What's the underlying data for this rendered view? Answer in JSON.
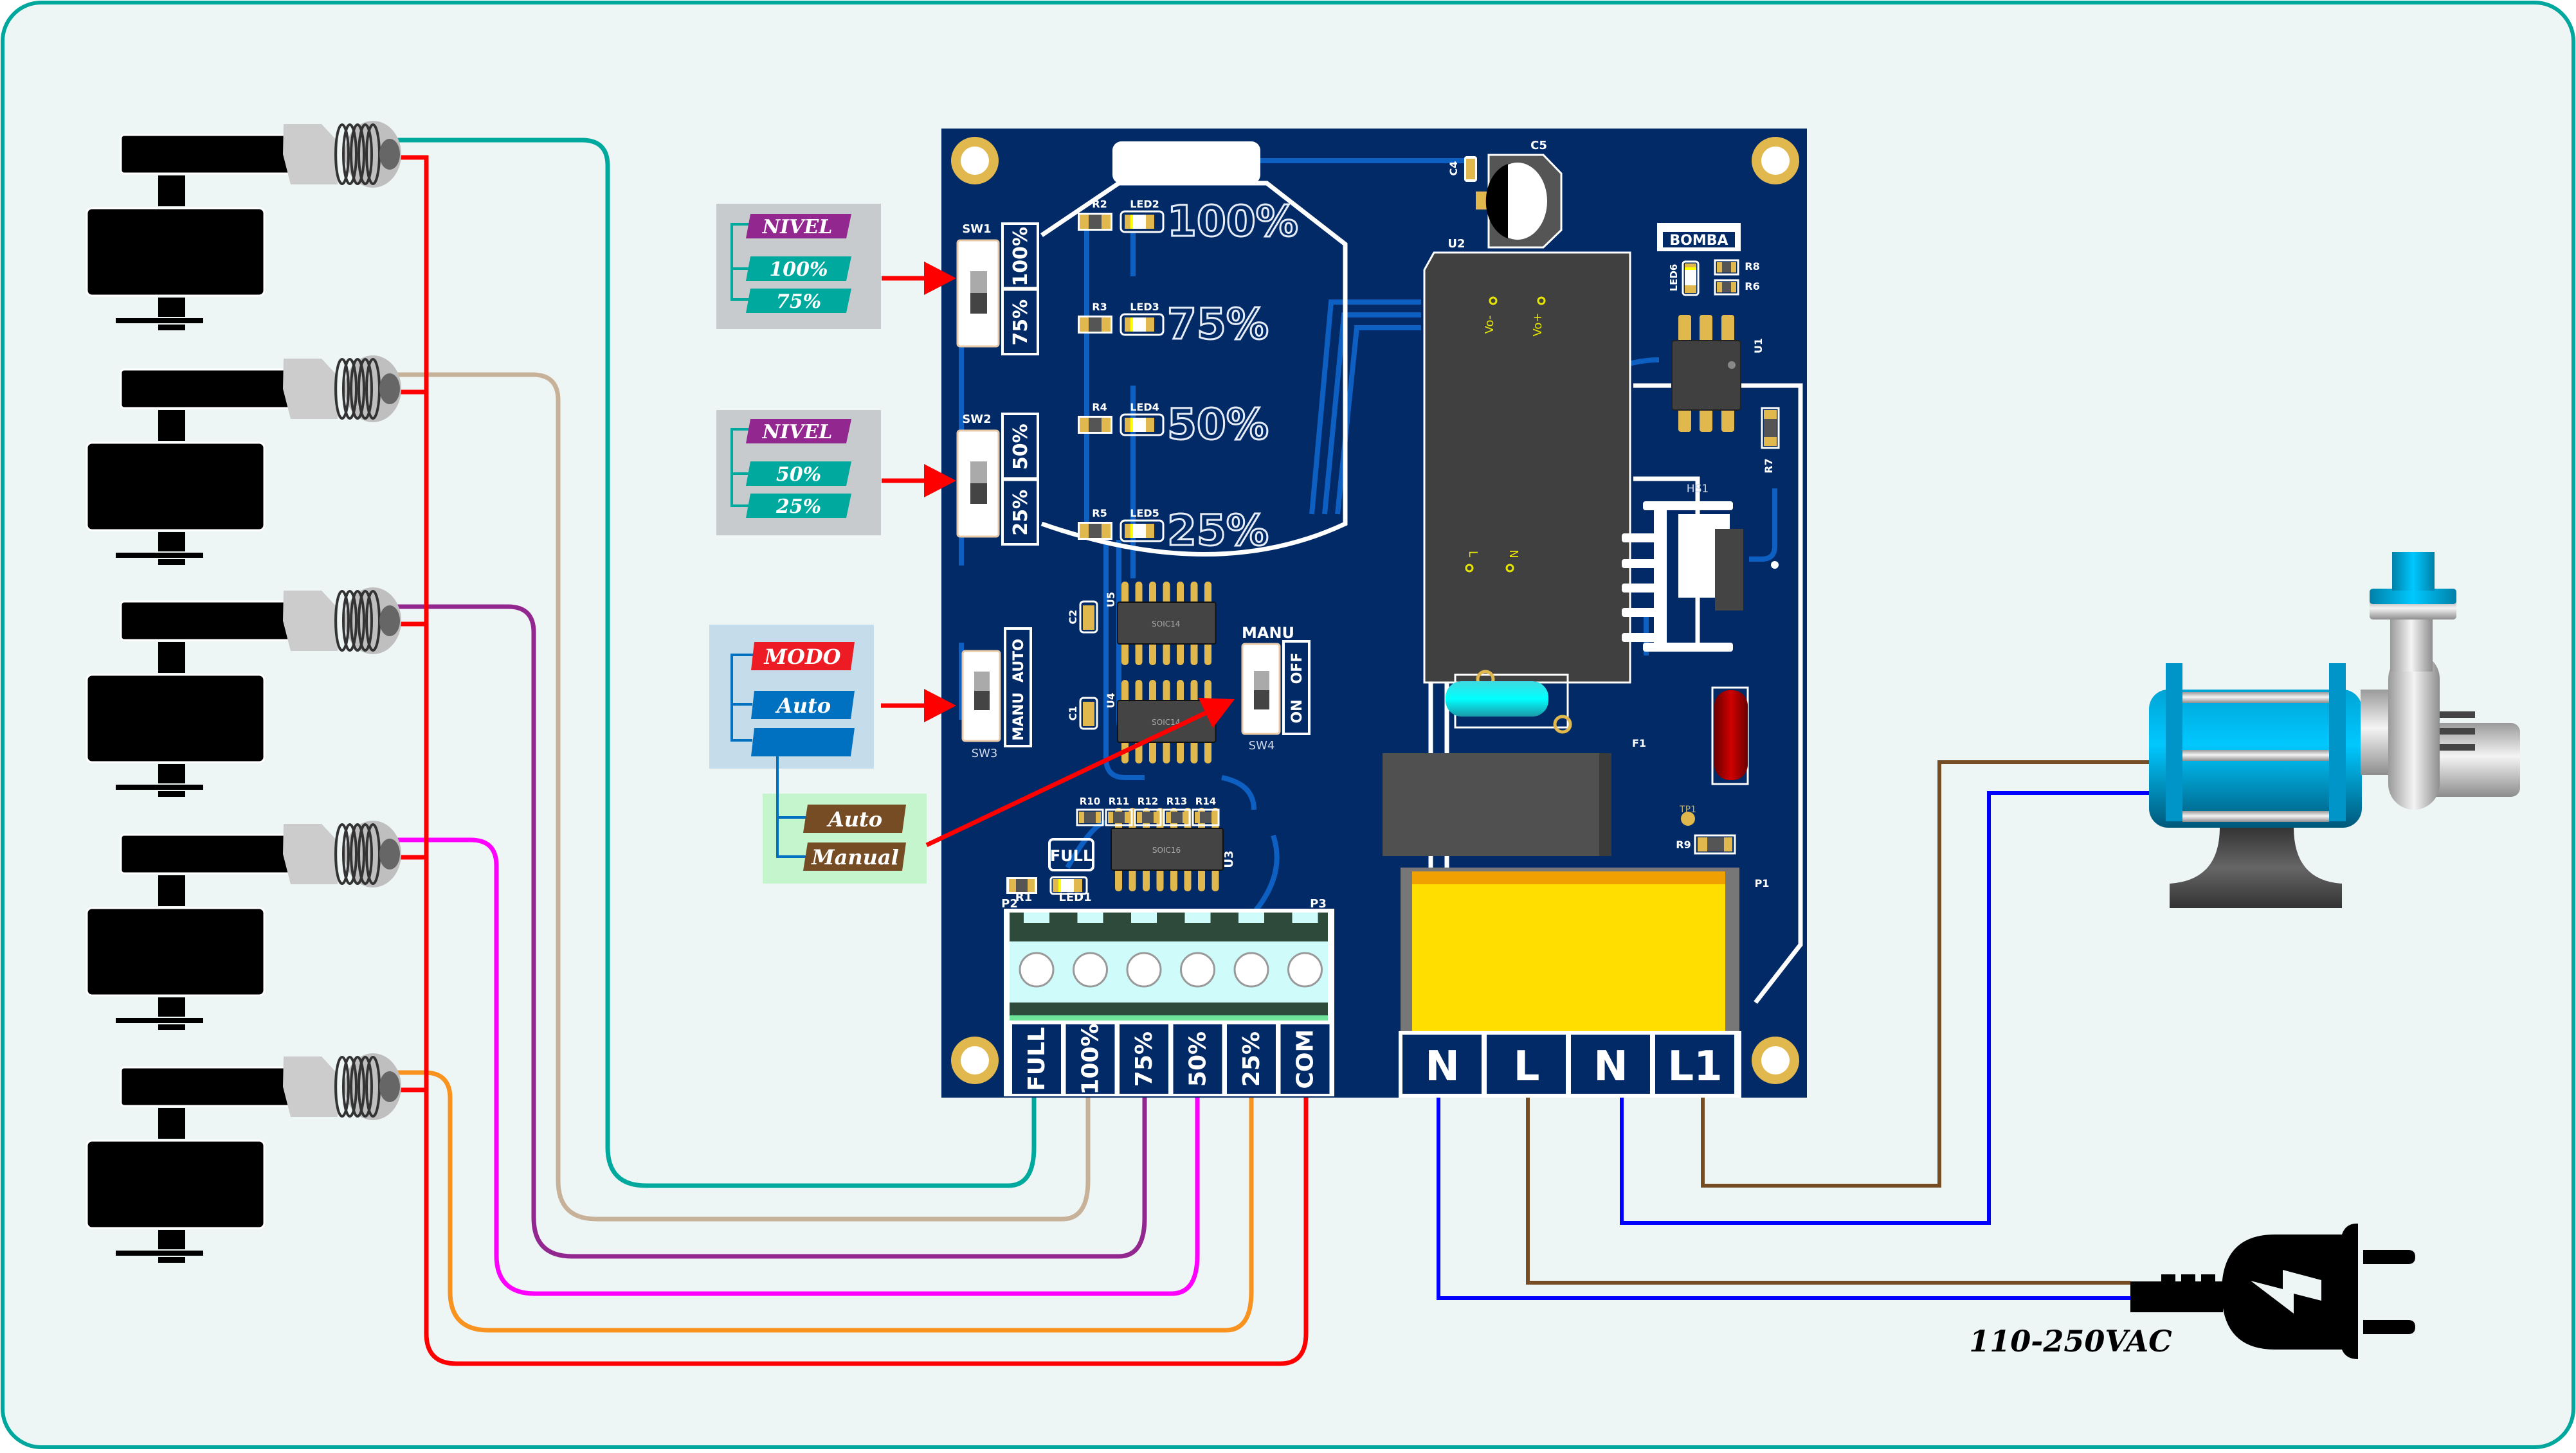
{
  "colors": {
    "background": "#eef5f5",
    "frame": "#00a79d",
    "pcb": "#022a66",
    "trace": "#0d5fc2",
    "silk": "#ffffff",
    "pad": "#e0b84e",
    "chip": "#444444",
    "arrow": "#ff0000",
    "nivel_header": "#92278f",
    "nivel_item": "#00a99d",
    "nivel_panel": "#c8cbcd",
    "modo_header": "#ed1c24",
    "modo_item": "#0070c0",
    "modo_panel": "#c5dcea",
    "manual_item": "#754c24",
    "manual_panel": "#c5f5cd",
    "terminal_block": "#d0fbfb",
    "terminal_dark": "#2e4a3a",
    "relay": "#ffde00",
    "wire_neutral": "#0000ff",
    "wire_live": "#754c24"
  },
  "legends": {
    "nivel1": {
      "header": "NIVEL",
      "items": [
        "100%",
        "75%"
      ]
    },
    "nivel2": {
      "header": "NIVEL",
      "items": [
        "50%",
        "25%"
      ]
    },
    "modo": {
      "header": "MODO",
      "items": [
        "Auto",
        ""
      ]
    },
    "manual": {
      "items": [
        "Auto",
        "Manual"
      ]
    }
  },
  "pcb": {
    "switches": [
      {
        "ref": "SW1",
        "top_label": "100%",
        "bottom_label": "75%"
      },
      {
        "ref": "SW2",
        "top_label": "50%",
        "bottom_label": "25%"
      },
      {
        "ref": "SW3",
        "top_label": "AUTO",
        "bottom_label": "MANU"
      },
      {
        "ref": "SW4",
        "top_label": "OFF",
        "bottom_label": "ON",
        "title": "MANU"
      }
    ],
    "level_leds": [
      {
        "resistor": "R2",
        "led": "LED2",
        "label": "100%"
      },
      {
        "resistor": "R3",
        "led": "LED3",
        "label": "75%"
      },
      {
        "resistor": "R4",
        "led": "LED4",
        "label": "50%"
      },
      {
        "resistor": "R5",
        "led": "LED5",
        "label": "25%"
      }
    ],
    "ics": [
      {
        "ref": "U5",
        "package": "SOIC14",
        "cap": "C2"
      },
      {
        "ref": "U4",
        "package": "SOIC14",
        "cap": "C1"
      },
      {
        "ref": "U3",
        "package": "SOIC16"
      }
    ],
    "resistor_row": [
      "R10",
      "R11",
      "R12",
      "R13",
      "R14"
    ],
    "full_indicator": {
      "label": "FULL",
      "resistor": "R1",
      "led": "LED1"
    },
    "connectors": {
      "left": "P2",
      "right": "P3",
      "power": "P1"
    },
    "low_voltage_terminals": [
      "FULL",
      "100%",
      "75%",
      "50%",
      "25%",
      "COM"
    ],
    "power_terminals": [
      "N",
      "L",
      "N",
      "L1"
    ],
    "power_module": {
      "ref": "U2",
      "pins_top": [
        "Vo-",
        "Vo+"
      ],
      "pins_bottom": [
        "L",
        "N"
      ]
    },
    "capacitors": {
      "c4": "C4",
      "c5": "C5"
    },
    "pump_indicator": {
      "label": "BOMBA",
      "led": "LED6",
      "resistors": [
        "R8",
        "R6"
      ],
      "ic": "U1",
      "r7": "R7"
    },
    "heatsink": "HS1",
    "fuse": "F1",
    "testpoint": "TP1",
    "r9": "R9"
  },
  "sensor_wire_colors": [
    "#00a99d",
    "#c7b299",
    "#92278f",
    "#ff00ff",
    "#f7931e",
    "#ff0000"
  ],
  "sensors": [
    {
      "name": "float-switch-full"
    },
    {
      "name": "float-switch-100"
    },
    {
      "name": "float-switch-75"
    },
    {
      "name": "float-switch-50"
    },
    {
      "name": "float-switch-25"
    }
  ],
  "power": {
    "label": "110-250VAC"
  },
  "pump": {
    "name": "water-pump"
  }
}
